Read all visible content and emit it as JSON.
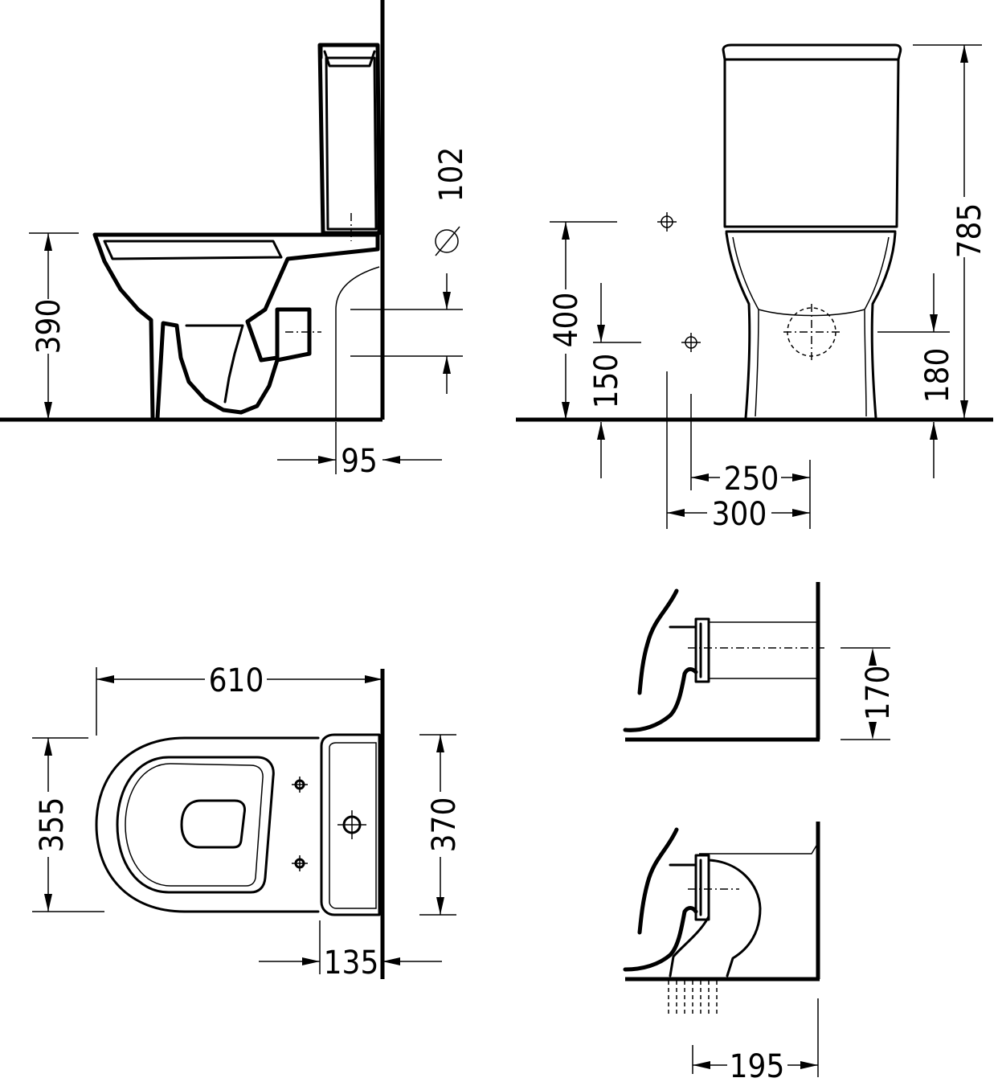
{
  "drawing": {
    "side_view": {
      "height_label": "390",
      "offset_label": "95",
      "diameter_label": "102",
      "diameter_symbol": "∅"
    },
    "front_view": {
      "overall_height_label": "785",
      "inlet_height_label": "400",
      "fixing_height_label": "150",
      "outlet_height_label": "180",
      "fixing_spacing_label": "250",
      "inlet_spacing_label": "300"
    },
    "plan_view": {
      "length_label": "610",
      "bowl_width_label": "355",
      "tank_width_label": "370",
      "tank_offset_label": "135"
    },
    "horizontal_outlet_detail": {
      "outlet_height_label": "170"
    },
    "vertical_outlet_detail": {
      "outlet_offset_label": "195"
    }
  }
}
